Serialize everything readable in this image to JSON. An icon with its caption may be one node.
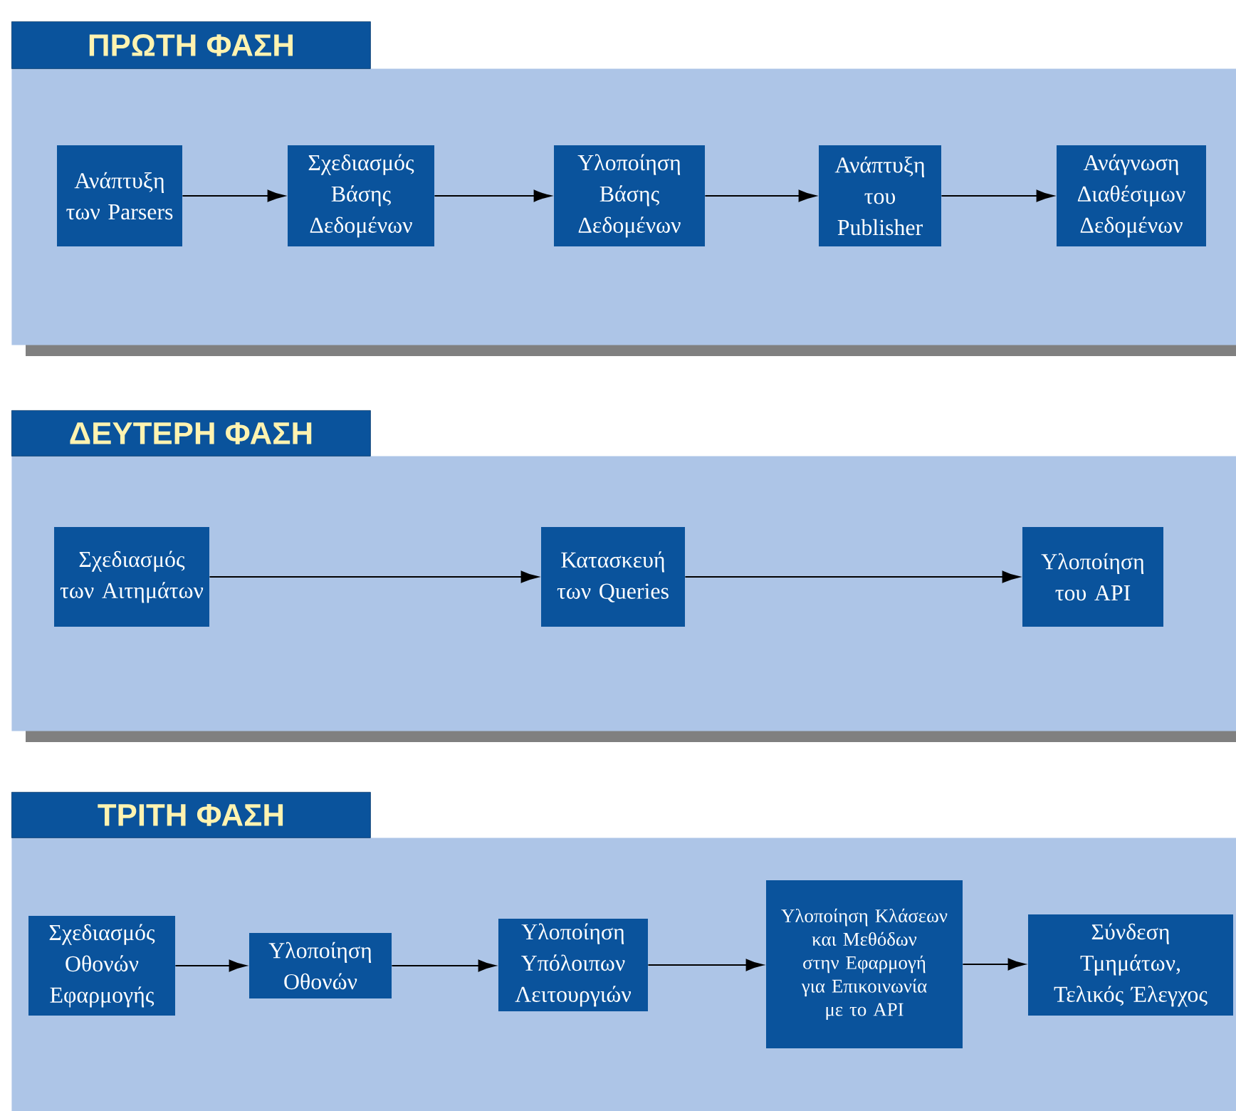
{
  "diagram": {
    "nodes": [
      {
        "text": [
          "ΠΡΩΤΗ ΦΑΣΗ"
        ]
      },
      {
        "text": [
          "Ανάπτυξη των Parsers"
        ],
        "in": 0
      },
      {
        "text": [
          "Σχεδιασμός Βάσης Δεδομένων"
        ],
        "in": 0
      },
      {
        "text": [
          "Υλοποίηση Βάσης Δεδομένων"
        ],
        "in": 0
      },
      {
        "text": [
          "Ανάπτυξη του Publisher"
        ],
        "in": 0
      },
      {
        "text": [
          "Ανάγνωση Διαθέσιμων Δεδομένων"
        ],
        "in": 0
      },
      {
        "text": [
          "ΔΕΥΤΕΡΗ ΦΑΣΗ"
        ]
      },
      {
        "text": [
          "Σχεδιασμός των Αιτημάτων"
        ],
        "in": 6
      },
      {
        "text": [
          "Κατασκευή των Queries"
        ],
        "in": 6
      },
      {
        "text": [
          "Υλοποίηση του API"
        ],
        "in": 6
      },
      {
        "text": [
          "ΤΡΙΤΗ ΦΑΣΗ"
        ]
      },
      {
        "text": [
          "Σχεδιασμός Οθονών Εφαρμογής"
        ],
        "in": 10
      },
      {
        "text": [
          "Υλοποίηση Οθονών"
        ],
        "in": 10
      },
      {
        "text": [
          "Υλοποίηση Υπόλοιπων Λειτουργιών"
        ],
        "in": 10
      },
      {
        "text": [
          "Υλοποίηση Κλάσεων και Μεθόδων στην Εφαρμογή για Επικοινωνία με το API"
        ],
        "in": 10
      },
      {
        "text": [
          "Σύνδεση Τμημάτων, Τελικός Έλεγχος"
        ],
        "in": 10
      }
    ],
    "edges": [
      {
        "from": 1,
        "to": 2,
        "arrow": "to"
      },
      {
        "from": 2,
        "to": 3,
        "arrow": "to"
      },
      {
        "from": 3,
        "to": 4,
        "arrow": "to"
      },
      {
        "from": 4,
        "to": 5,
        "arrow": "to"
      },
      {
        "from": 7,
        "to": 8,
        "arrow": "to"
      },
      {
        "from": 8,
        "to": 9,
        "arrow": "to"
      },
      {
        "from": 11,
        "to": 12,
        "arrow": "to"
      },
      {
        "from": 12,
        "to": 13,
        "arrow": "to"
      },
      {
        "from": 13,
        "to": 14,
        "arrow": "to"
      },
      {
        "from": 14,
        "to": 15,
        "arrow": "to"
      }
    ]
  }
}
